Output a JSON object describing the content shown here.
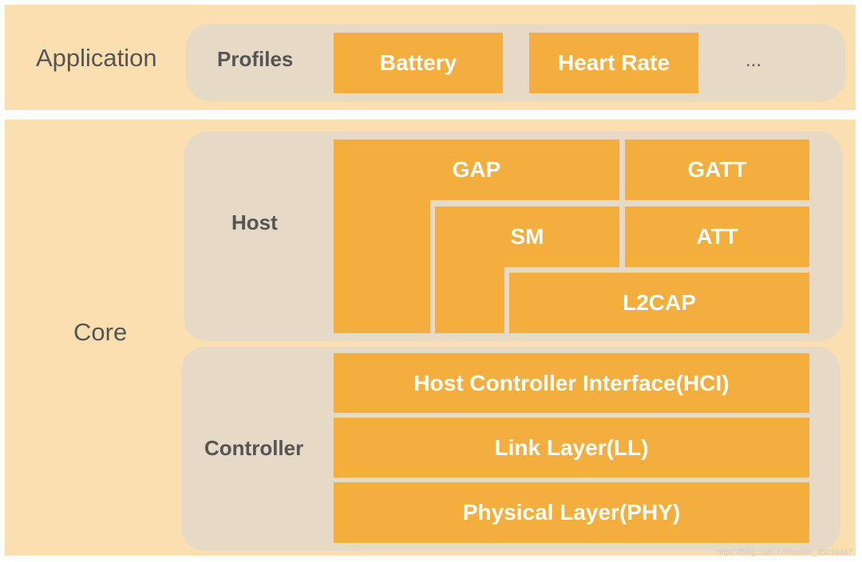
{
  "application": {
    "label": "Application",
    "profiles": {
      "label": "Profiles",
      "items": [
        "Battery",
        "Heart Rate"
      ],
      "more": "..."
    }
  },
  "core": {
    "label": "Core",
    "host": {
      "label": "Host",
      "layers": {
        "gap": "GAP",
        "gatt": "GATT",
        "sm": "SM",
        "att": "ATT",
        "l2cap": "L2CAP"
      }
    },
    "controller": {
      "label": "Controller",
      "layers": [
        "Host Controller Interface(HCI)",
        "Link Layer(LL)",
        "Physical Layer(PHY)"
      ]
    }
  },
  "watermark": "https://blog.csdn.net/weixin_45016447",
  "colors": {
    "band": "#fbdfb1",
    "pill": "#e6d9c6",
    "block": "#f4ae3d",
    "label_text": "#555555",
    "block_text": "#ffffff"
  }
}
